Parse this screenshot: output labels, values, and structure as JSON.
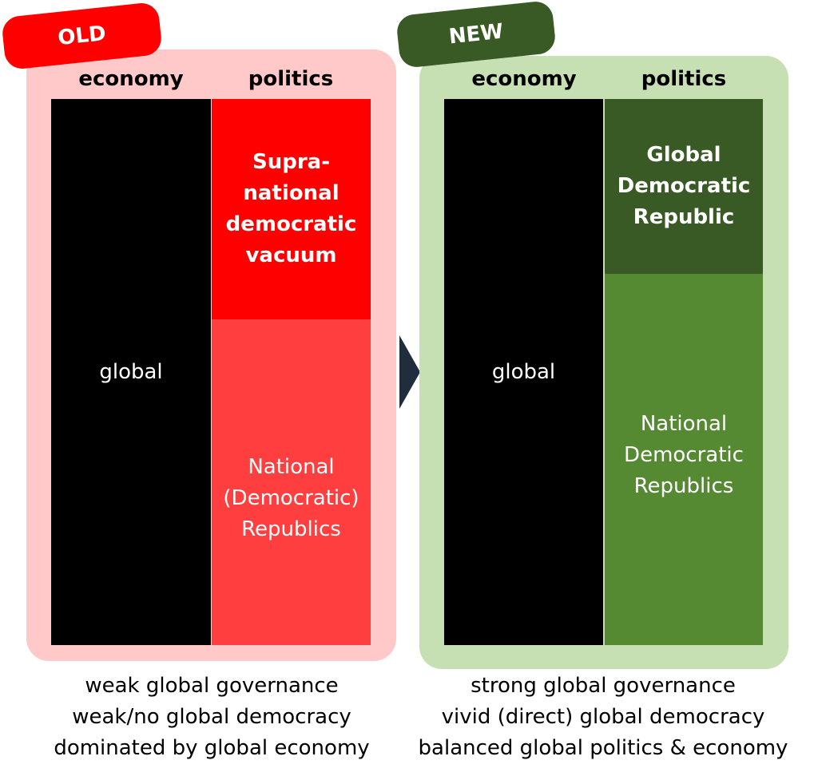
{
  "old": {
    "tag": "OLD",
    "economy_header": "economy",
    "politics_header": "politics",
    "economy_box": "global",
    "politics_top": [
      "Supra-",
      "national",
      "democratic",
      "vacuum"
    ],
    "politics_bottom": [
      "National",
      "(Democratic)",
      "Republics"
    ],
    "caption": [
      "weak global governance",
      "weak/no global democracy",
      "dominated by global economy"
    ]
  },
  "new": {
    "tag": "NEW",
    "economy_header": "economy",
    "politics_header": "politics",
    "economy_box": "global",
    "politics_top": [
      "Global",
      "Democratic",
      "Republic"
    ],
    "politics_bottom": [
      "National",
      "Democratic",
      "Republics"
    ],
    "caption": [
      "strong global governance",
      "vivid (direct) global democracy",
      "balanced global politics & economy"
    ]
  },
  "colors": {
    "old_panel": "#ffc9c9",
    "old_tag": "#ff0000",
    "old_supra": "#ff0000",
    "old_national": "#ff3f3f",
    "new_panel": "#c6e0b4",
    "new_tag": "#3a5a25",
    "new_global": "#3a5a25",
    "new_national": "#558a33",
    "economy": "#000000",
    "arrow": "#1f2d3d"
  },
  "icons": {
    "arrow": "transition-arrow-icon"
  }
}
